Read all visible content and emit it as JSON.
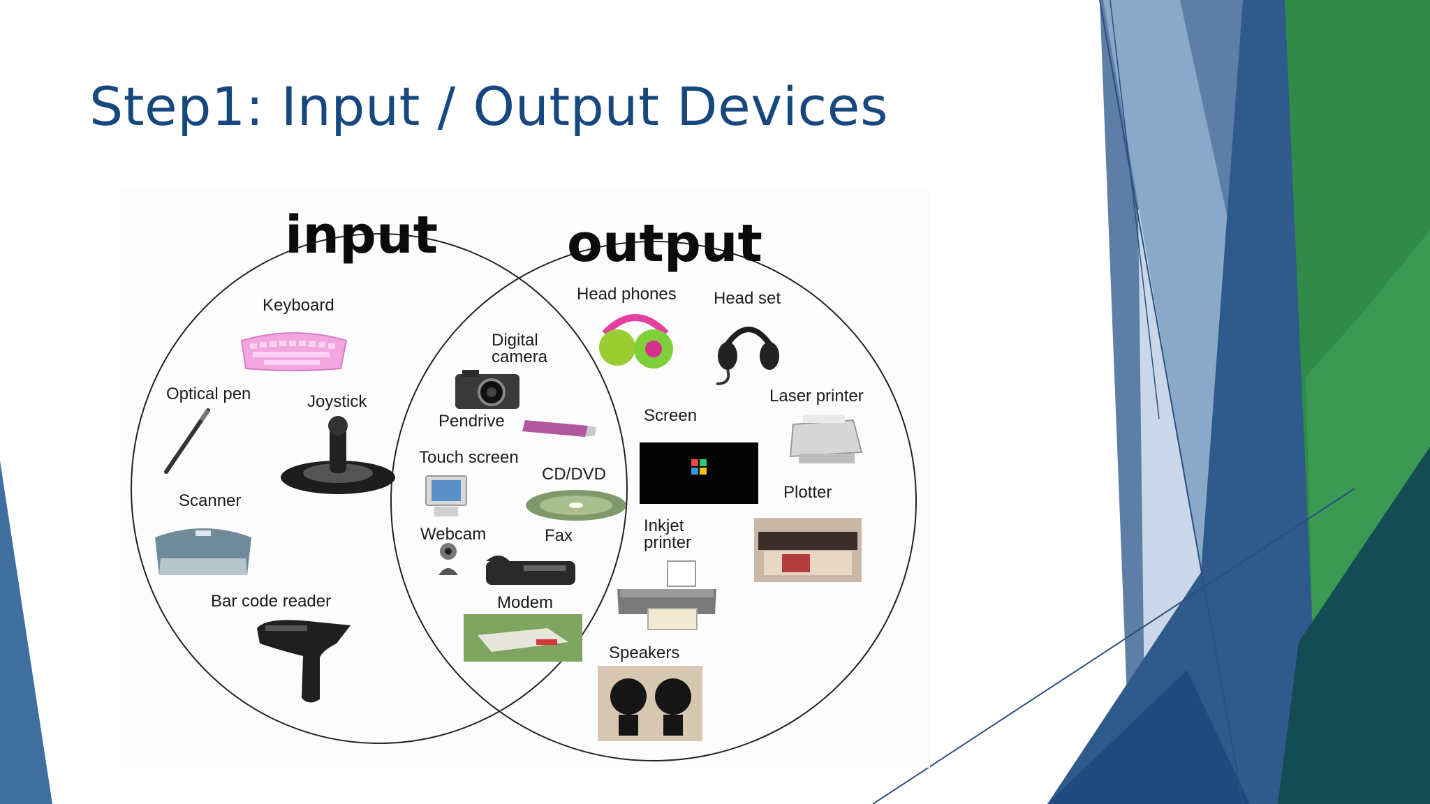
{
  "slide": {
    "title": "Step1: Input / Output Devices"
  },
  "diagram": {
    "sets": {
      "input": "input",
      "output": "output"
    },
    "input_only": [
      {
        "label": "Keyboard",
        "icon": "keyboard-icon"
      },
      {
        "label": "Optical pen",
        "icon": "optical-pen-icon"
      },
      {
        "label": "Joystick",
        "icon": "joystick-icon"
      },
      {
        "label": "Scanner",
        "icon": "scanner-icon"
      },
      {
        "label": "Bar code reader",
        "icon": "barcode-reader-icon"
      }
    ],
    "both": [
      {
        "label_line1": "Digital",
        "label_line2": "camera",
        "icon": "digital-camera-icon"
      },
      {
        "label": "Pendrive",
        "icon": "pendrive-icon"
      },
      {
        "label": "Touch screen",
        "icon": "touch-screen-icon"
      },
      {
        "label": "CD/DVD",
        "icon": "cd-dvd-icon"
      },
      {
        "label": "Webcam",
        "icon": "webcam-icon"
      },
      {
        "label": "Fax",
        "icon": "fax-icon"
      },
      {
        "label": "Modem",
        "icon": "modem-icon"
      }
    ],
    "output_only": [
      {
        "label": "Head phones",
        "icon": "headphones-icon"
      },
      {
        "label": "Head set",
        "icon": "headset-icon"
      },
      {
        "label": "Laser printer",
        "icon": "laser-printer-icon"
      },
      {
        "label": "Screen",
        "icon": "screen-icon"
      },
      {
        "label": "Plotter",
        "icon": "plotter-icon"
      },
      {
        "label_line1": "Inkjet",
        "label_line2": "printer",
        "icon": "inkjet-printer-icon"
      },
      {
        "label": "Speakers",
        "icon": "speakers-icon"
      }
    ]
  },
  "theme": {
    "title_color": "#16477e",
    "accent_dark_blue": "#284f82",
    "accent_light_blue": "#8fb0cf",
    "accent_green": "#2f8b47",
    "accent_teal": "#154e57"
  }
}
